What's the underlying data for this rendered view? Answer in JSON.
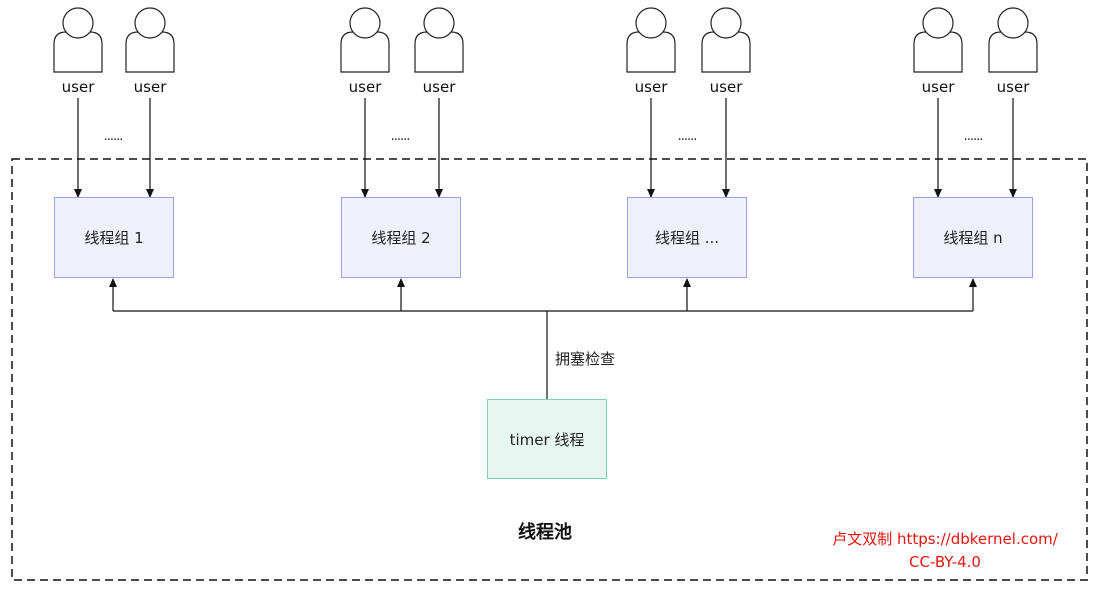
{
  "user_label": "user",
  "ellipsis": "......",
  "groups": [
    {
      "label": "线程组 1"
    },
    {
      "label": "线程组 2"
    },
    {
      "label": "线程组 ..."
    },
    {
      "label": "线程组 n"
    }
  ],
  "timer": {
    "label": "timer 线程"
  },
  "edge_label": "拥塞检查",
  "pool_label": "线程池",
  "credit": {
    "line1": "卢文双制  https://dbkernel.com/",
    "line2": "CC-BY-4.0"
  },
  "colors": {
    "group_fill": "#eef0fb",
    "group_border": "#9aa3e0",
    "timer_fill": "#e8f6f2",
    "timer_border": "#7fd1b9",
    "credit_text": "#e8140f"
  }
}
